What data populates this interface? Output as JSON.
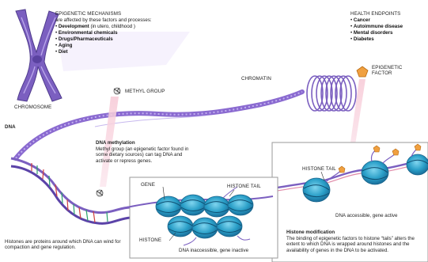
{
  "epigenetic_mechanisms": {
    "title": "EPIGENETIC MECHANISMS",
    "subtitle": "are affected by these factors and processes:",
    "items": [
      {
        "bold": "Development",
        "rest": " (in utero, childhood )"
      },
      {
        "bold": "Environmental chemicals",
        "rest": ""
      },
      {
        "bold": "Drugs/Pharmaceuticals",
        "rest": ""
      },
      {
        "bold": "Aging",
        "rest": ""
      },
      {
        "bold": "Diet",
        "rest": ""
      }
    ]
  },
  "health_endpoints": {
    "title": "HEALTH ENDPOINTS",
    "items": [
      "Cancer",
      "Autoimmune disease",
      "Mental disorders",
      "Diabetes"
    ]
  },
  "labels": {
    "chromosome": "CHROMOSOME",
    "chromatin": "CHROMATIN",
    "methyl_group": "METHYL GROUP",
    "epigenetic_factor_line1": "EPIGENETIC",
    "epigenetic_factor_line2": "FACTOR",
    "dna": "DNA",
    "gene": "GENE",
    "histone_tail_inset": "HISTONE TAIL",
    "histone_tail_right": "HISTONE TAIL",
    "histone": "HISTONE",
    "dna_inaccessible": "DNA inaccessible, gene inactive",
    "dna_accessible": "DNA accessible, gene active"
  },
  "dna_methylation": {
    "title": "DNA methylation",
    "body": "Methyl group (an epigenetic factor found in some dietary sources) can tag DNA and activate or repress genes."
  },
  "histones_note": "Histones are proteins around which DNA can wind for compaction and gene regulation.",
  "histone_modification": {
    "title": "Histone modification",
    "body": "The binding of epigenetic factors to histone “tails” alters the extent to which DNA is wrapped around histones and the availability of genes in the DNA to be activated."
  },
  "colors": {
    "chromosome_purple": "#7b5fc0",
    "dna_violet": "#8a6ad0",
    "histone_teal": "#2a9fc8",
    "factor_orange": "#f0a040",
    "callout_pink": "#f4b8c8",
    "frame_gray": "#9a9a9a"
  }
}
